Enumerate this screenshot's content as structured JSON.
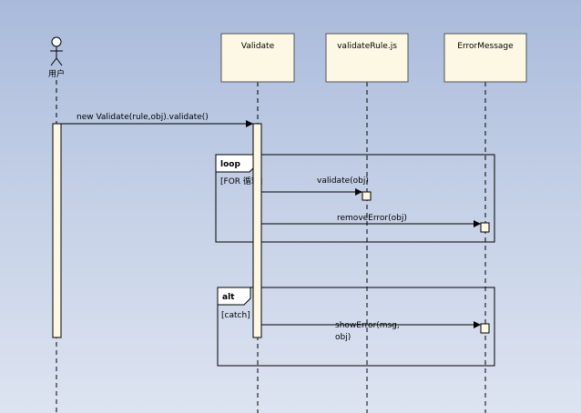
{
  "diagram": {
    "actor": {
      "label": "用户"
    },
    "lifelines": [
      {
        "id": "validate",
        "label": "Validate"
      },
      {
        "id": "validate_rule",
        "label": "validateRule.js"
      },
      {
        "id": "error_message",
        "label": "ErrorMessage"
      }
    ],
    "messages": {
      "new_validate": "new  Validate(rule,obj).validate()",
      "validate_obj": "validate(obj)",
      "remove_error": "removeError(obj)",
      "show_error_line1": "showError(msg,",
      "show_error_line2": "obj)"
    },
    "fragments": {
      "loop": {
        "tag": "loop",
        "guard": "[FOR 循环]"
      },
      "alt": {
        "tag": "alt",
        "guard": "[catch]"
      }
    }
  }
}
